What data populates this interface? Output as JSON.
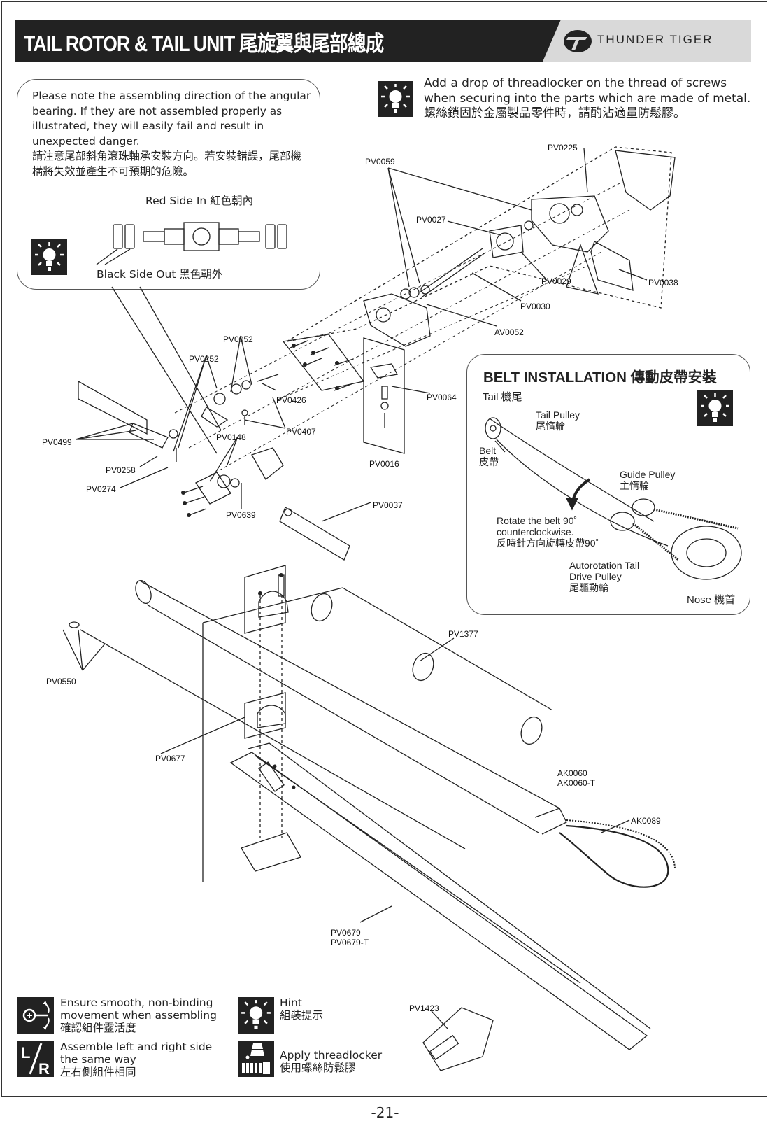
{
  "header": {
    "title": "TAIL ROTOR & TAIL UNIT 尾旋翼與尾部總成",
    "brand_text": "THUNDER TIGER",
    "brand_logo": "thunder-tiger-logo"
  },
  "bearing_note": {
    "text": "Please note the assembling direction of the angular\nbearing. If they are not assembled properly as\nillustrated, they will easily fail and result in\nunexpected danger.\n請注意尾部斜角滾珠軸承安裝方向。若安裝錯誤，尾部機\n構將失效並產生不可預期的危險。",
    "red_side": "Red Side In 紅色朝內",
    "black_side": "Black Side Out 黑色朝外",
    "icon": "lightbulb-hint-icon"
  },
  "threadlocker_note": {
    "text": "Add a drop of threadlocker on the thread of screws\nwhen securing into the parts which are made of metal.\n螺絲鎖固於金屬製品零件時，請酌沾適量防鬆膠。",
    "icon": "lightbulb-hint-icon"
  },
  "parts": {
    "pv0225": "PV0225",
    "pv0059": "PV0059",
    "pv0027": "PV0027",
    "pv0029": "PV0029",
    "pv0038": "PV0038",
    "pv0030": "PV0030",
    "av0052": "AV0052",
    "pv0052": "PV0052",
    "pv0252": "PV0252",
    "pv0426": "PV0426",
    "pv0064": "PV0064",
    "pv0407": "PV0407",
    "pv0499": "PV0499",
    "pv0148": "PV0148",
    "pv0016": "PV0016",
    "pv0258": "PV0258",
    "pv0274": "PV0274",
    "pv0037": "PV0037",
    "pv0639": "PV0639",
    "pv1377": "PV1377",
    "pv0550": "PV0550",
    "pv0677": "PV0677",
    "ak0060": "AK0060\nAK0060-T",
    "ak0089": "AK0089",
    "pv0679": "PV0679\nPV0679-T",
    "pv1423": "PV1423"
  },
  "belt_installation": {
    "title": "BELT INSTALLATION 傳動皮帶安裝",
    "tail": "Tail 機尾",
    "tail_pulley": "Tail Pulley\n尾惰輪",
    "belt": "Belt\n皮帶",
    "guide_pulley": "Guide Pulley\n主惰輪",
    "rotate": "Rotate the belt 90˚\ncounterclockwise.\n反時針方向旋轉皮帶90˚",
    "autorotation": "Autorotation Tail\nDrive Pulley\n尾驅動輪",
    "nose": "Nose 機首"
  },
  "legend": {
    "smooth": "Ensure smooth, non-binding\nmovement when assembling\n確認組件靈活度",
    "hint": "Hint\n組裝提示",
    "lr": "Assemble left and right side\nthe same way\n左右側組件相同",
    "threadlocker": "Apply threadlocker\n使用螺絲防鬆膠"
  },
  "page_number": "-21-"
}
